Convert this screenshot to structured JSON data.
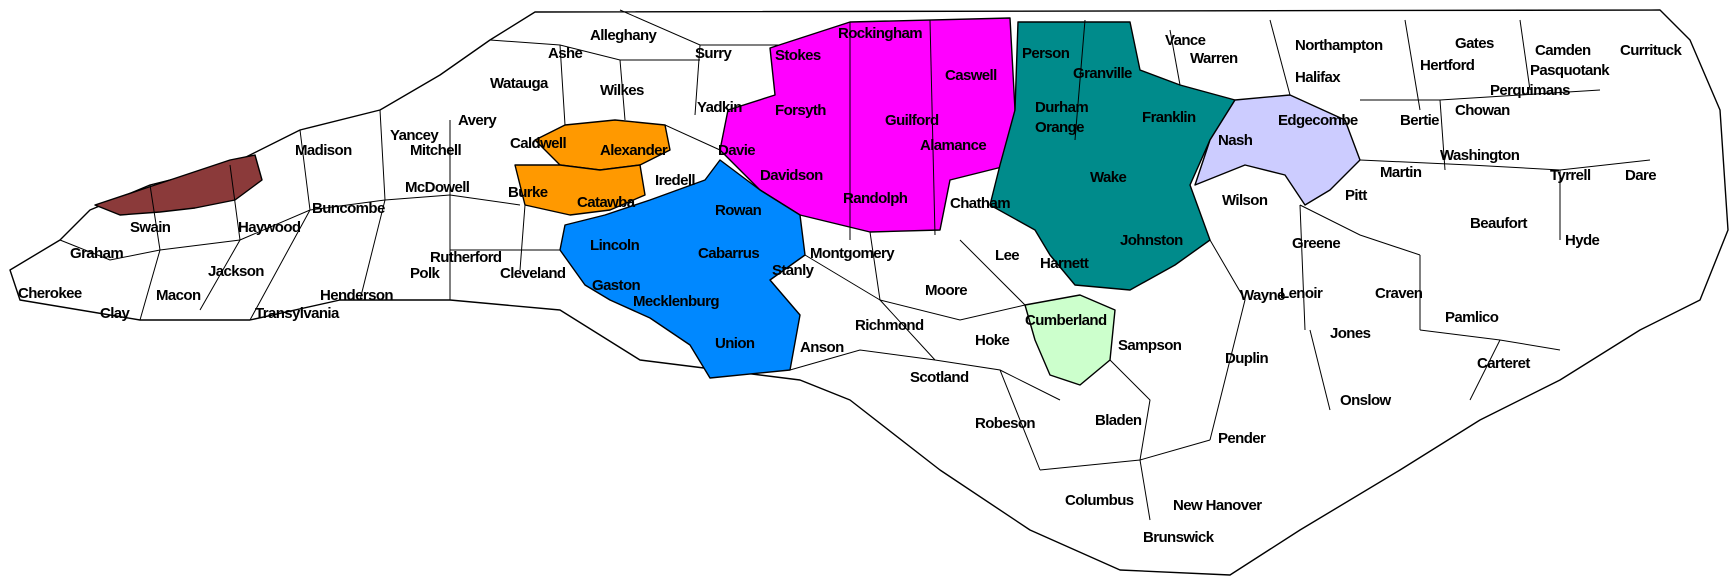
{
  "map": {
    "fills": {
      "default": "#ffffff",
      "maroon": "#8b3a3a",
      "orange": "#ff9900",
      "magenta": "#ff00ff",
      "teal": "#008b8b",
      "blue": "#0088ff",
      "lavender": "#ccccff",
      "lightgreen": "#ccffcc"
    },
    "highlighted_regions": [
      {
        "color": "maroon",
        "counties": [
          "Swain"
        ]
      },
      {
        "color": "orange",
        "counties": [
          "Caldwell",
          "Alexander",
          "Burke",
          "Catawba"
        ]
      },
      {
        "color": "magenta",
        "counties": [
          "Rockingham",
          "Caswell",
          "Forsyth",
          "Guilford",
          "Alamance",
          "Davie",
          "Davidson",
          "Randolph"
        ]
      },
      {
        "color": "teal",
        "counties": [
          "Person",
          "Granville",
          "Durham",
          "Orange",
          "Franklin",
          "Wake",
          "Chatham",
          "Johnston"
        ]
      },
      {
        "color": "blue",
        "counties": [
          "Rowan",
          "Lincoln",
          "Cabarrus",
          "Gaston",
          "Stanly",
          "Mecklenburg",
          "Union"
        ]
      },
      {
        "color": "lavender",
        "counties": [
          "Nash",
          "Edgecombe"
        ]
      },
      {
        "color": "lightgreen",
        "counties": [
          "Cumberland"
        ]
      }
    ],
    "labels": {
      "alleghany": "Alleghany",
      "ashe": "Ashe",
      "surry": "Surry",
      "stokes": "Stokes",
      "rockingham": "Rockingham",
      "caswell": "Caswell",
      "person": "Person",
      "vance": "Vance",
      "warren": "Warren",
      "northampton": "Northampton",
      "gates": "Gates",
      "camden": "Camden",
      "currituck": "Currituck",
      "hertford": "Hertford",
      "pasquotank": "Pasquotank",
      "perquimans": "Perquimans",
      "chowan": "Chowan",
      "halifax": "Halifax",
      "watauga": "Watauga",
      "wilkes": "Wilkes",
      "yadkin": "Yadkin",
      "forsyth": "Forsyth",
      "guilford": "Guilford",
      "granville": "Granville",
      "durham": "Durham",
      "orange": "Orange",
      "franklin": "Franklin",
      "nash": "Nash",
      "edgecombe": "Edgecombe",
      "bertie": "Bertie",
      "avery": "Avery",
      "yancey": "Yancey",
      "mitchell": "Mitchell",
      "madison": "Madison",
      "caldwell": "Caldwell",
      "alexander": "Alexander",
      "davie": "Davie",
      "alamance": "Alamance",
      "washington": "Washington",
      "martin": "Martin",
      "tyrrell": "Tyrrell",
      "dare": "Dare",
      "mcdowell": "McDowell",
      "burke": "Burke",
      "iredell": "Iredell",
      "davidson": "Davidson",
      "wake": "Wake",
      "swain": "Swain",
      "haywood": "Haywood",
      "buncombe": "Buncombe",
      "catawba": "Catawba",
      "rowan": "Rowan",
      "randolph": "Randolph",
      "chatham": "Chatham",
      "wilson": "Wilson",
      "pitt": "Pitt",
      "beaufort": "Beaufort",
      "hyde": "Hyde",
      "graham": "Graham",
      "lincoln": "Lincoln",
      "rutherford": "Rutherford",
      "jackson": "Jackson",
      "polk": "Polk",
      "cleveland": "Cleveland",
      "cabarrus": "Cabarrus",
      "montgomery": "Montgomery",
      "stanly": "Stanly",
      "lee": "Lee",
      "harnett": "Harnett",
      "johnston": "Johnston",
      "greene": "Greene",
      "wayne": "Wayne",
      "cherokee": "Cherokee",
      "macon": "Macon",
      "henderson": "Henderson",
      "gaston": "Gaston",
      "moore": "Moore",
      "lenoir": "Lenoir",
      "craven": "Craven",
      "clay": "Clay",
      "transylvania": "Transylvania",
      "mecklenburg": "Mecklenburg",
      "richmond": "Richmond",
      "cumberland": "Cumberland",
      "pamlico": "Pamlico",
      "jones": "Jones",
      "union": "Union",
      "anson": "Anson",
      "hoke": "Hoke",
      "sampson": "Sampson",
      "duplin": "Duplin",
      "carteret": "Carteret",
      "scotland": "Scotland",
      "onslow": "Onslow",
      "robeson": "Robeson",
      "bladen": "Bladen",
      "pender": "Pender",
      "columbus": "Columbus",
      "new_hanover": "New Hanover",
      "brunswick": "Brunswick"
    }
  }
}
